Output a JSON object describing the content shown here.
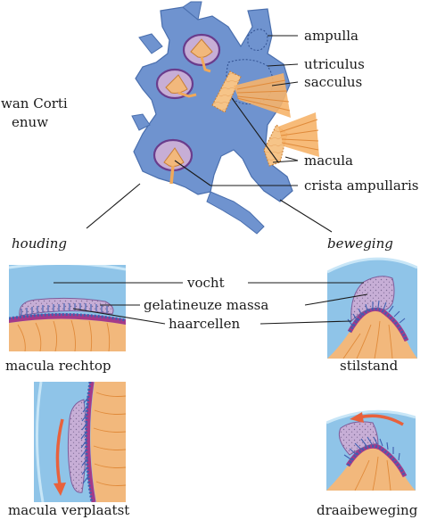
{
  "labels": {
    "ampulla": "ampulla",
    "utriculus": "utriculus",
    "sacculus": "sacculus",
    "macula": "macula",
    "crista_ampullaris": "crista ampullaris",
    "orgaan_van_corti_line1": "wan Corti",
    "orgaan_van_corti_line2": "enuw",
    "houding": "houding",
    "beweging": "beweging",
    "vocht": "vocht",
    "gelatineuze_massa": "gelatineuze massa",
    "haarcellen": "haarcellen",
    "macula_rechtop": "macula rechtop",
    "stilstand": "stilstand",
    "macula_verplaatst": "macula verplaatst",
    "draaibeweging": "draaibeweging"
  },
  "colors": {
    "labyrinth": "#6f93cf",
    "fluid": "#8fc4e8",
    "gel": "#c7aed6",
    "sensory_tissue": "#f2b87c",
    "hair_cells": "#3f5fb0",
    "motion_arrow": "#e8613c",
    "nerve": "#f0a95a"
  }
}
